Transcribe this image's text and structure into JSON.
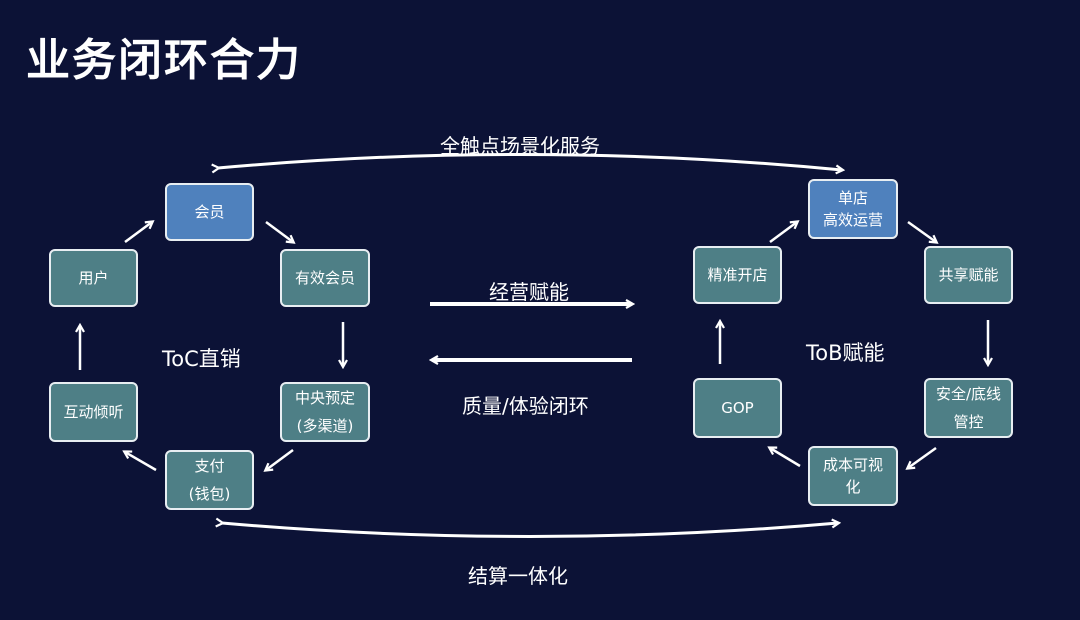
{
  "title": "业务闭环合力",
  "top_label": "全触点场景化服务",
  "bottom_label": "结算一体化",
  "middle": {
    "forward_label": "经营赋能",
    "backward_label": "质量/体验闭环"
  },
  "toc": {
    "label": "ToC直销",
    "nodes": {
      "member": "会员",
      "effective_member": "有效会员",
      "central_booking": "中央预定\n(多渠道)",
      "payment": "支付\n(钱包)",
      "interaction": "互动倾听",
      "user": "用户"
    }
  },
  "tob": {
    "label": "ToB赋能",
    "nodes": {
      "single_store": "单店\n高效运营",
      "shared_empowerment": "共享赋能",
      "safety_control": "安全/底线\n管控",
      "cost_visualization": "成本可视\n化",
      "gop": "GOP",
      "precise_opening": "精准开店"
    }
  },
  "colors": {
    "background": "#0c1236",
    "node_teal": "#4e7f86",
    "node_blue": "#4f81bd",
    "arrow": "#ffffff"
  }
}
